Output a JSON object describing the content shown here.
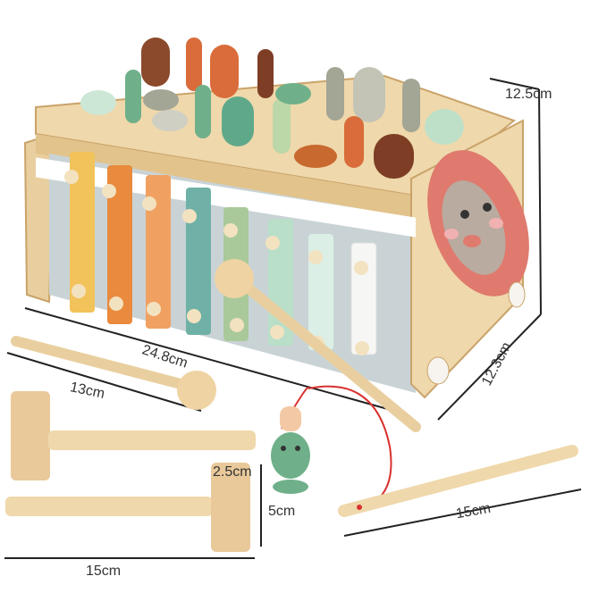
{
  "scene": {
    "colors": {
      "wood": "#e9cf9f",
      "wood_dark": "#c9a36a",
      "xylo_yellow": "#f2c35a",
      "xylo_orange": "#e98a3e",
      "xylo_peach": "#f0a161",
      "xylo_teal": "#6fb1a6",
      "xylo_sage": "#a9c99a",
      "xylo_mint": "#b9dfc9",
      "xylo_pale": "#dcefe6",
      "xylo_white": "#f6f7f4",
      "lion_mane": "#e07a6e",
      "lion_face": "#b9aba0",
      "fish": "#6fb08a",
      "string": "#d8322f",
      "line": "#222222"
    },
    "icons": [
      "toy-box",
      "xylophone",
      "mallet",
      "hammer",
      "fishing-rod",
      "magnet-fish",
      "lion-face"
    ]
  },
  "dimensions": {
    "height": "12.5cm",
    "depth": "12.3cm",
    "width": "24.8cm",
    "mallet_length": "13cm",
    "hammer_length": "15cm",
    "hammer_head": "2.5cm",
    "fish_height": "5cm",
    "rod_length": "15cm"
  }
}
